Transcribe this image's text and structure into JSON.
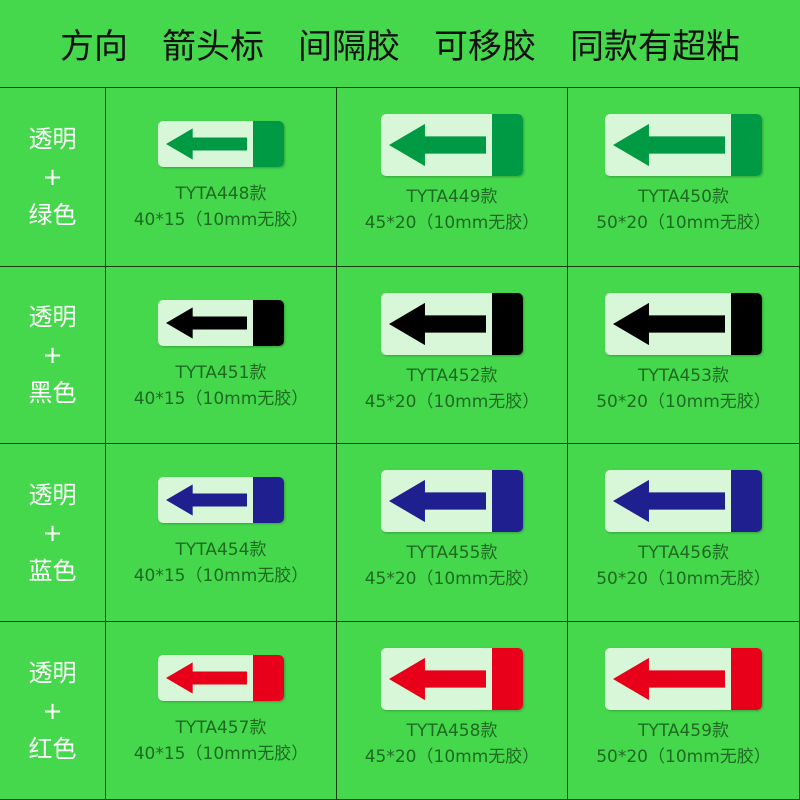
{
  "title": [
    "方向",
    "箭头标",
    "间隔胶",
    "可移胶",
    "同款有超粘"
  ],
  "rows": [
    {
      "label": [
        "透明",
        "+",
        "绿色"
      ],
      "color": "#009a44",
      "codes": [
        "TYTA448款",
        "TYTA449款",
        "TYTA450款"
      ]
    },
    {
      "label": [
        "透明",
        "+",
        "黑色"
      ],
      "color": "#000000",
      "codes": [
        "TYTA451款",
        "TYTA452款",
        "TYTA453款"
      ]
    },
    {
      "label": [
        "透明",
        "+",
        "蓝色"
      ],
      "color": "#1f1f8f",
      "codes": [
        "TYTA454款",
        "TYTA455款",
        "TYTA456款"
      ]
    },
    {
      "label": [
        "透明",
        "+",
        "红色"
      ],
      "color": "#e8001a",
      "codes": [
        "TYTA457款",
        "TYTA458款",
        "TYTA459款"
      ]
    }
  ],
  "sizes": [
    "40*15（10mm无胶）",
    "45*20（10mm无胶）",
    "50*20（10mm无胶）"
  ],
  "colors": {
    "background": "#46d84c",
    "text": "#1e6a22"
  }
}
